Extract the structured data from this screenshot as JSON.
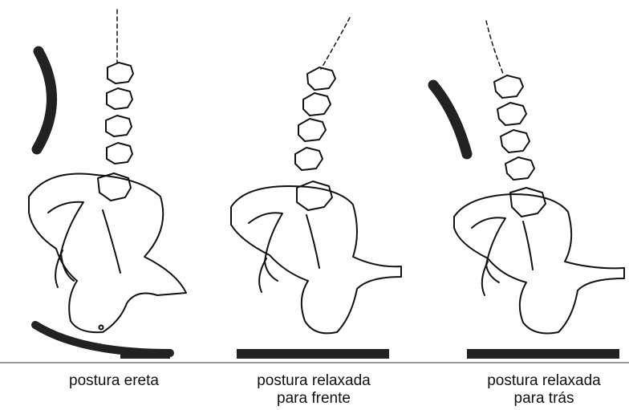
{
  "captions": [
    {
      "lines": [
        "postura ereta"
      ]
    },
    {
      "lines": [
        "postura relaxada",
        "para frente"
      ]
    },
    {
      "lines": [
        "postura relaxada",
        "para trás"
      ]
    }
  ],
  "colors": {
    "ink": "#111111",
    "dark_band": "#222222",
    "floor": "#777777",
    "background": "#ffffff"
  },
  "figures": [
    {
      "posture": "erect",
      "vertebrae": 5,
      "back_support": true,
      "seat_support": true
    },
    {
      "posture": "slumped-forward",
      "vertebrae": 5,
      "back_support": false,
      "seat_support": true
    },
    {
      "posture": "slumped-backward",
      "vertebrae": 5,
      "back_support": true,
      "seat_support": true
    }
  ]
}
